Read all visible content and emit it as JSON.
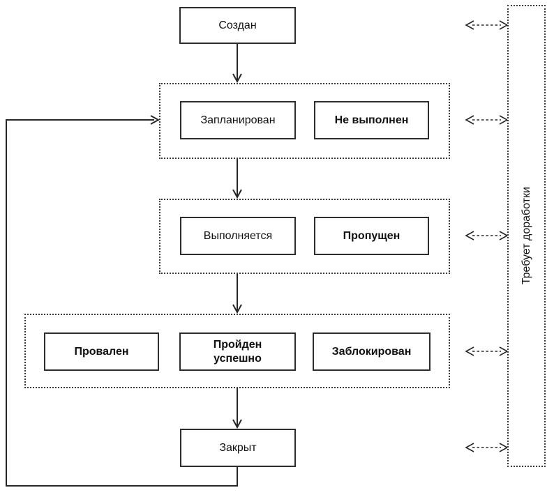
{
  "diagram": {
    "type": "state-flowchart",
    "language": "ru",
    "background": "#ffffff",
    "line_color": "#262626",
    "nodes": {
      "created": {
        "label": "Создан",
        "bold": false
      },
      "planned": {
        "label": "Запланирован",
        "bold": false
      },
      "not_executed": {
        "label": "Не выполнен",
        "bold": true
      },
      "in_progress": {
        "label": "Выполняется",
        "bold": false
      },
      "skipped": {
        "label": "Пропущен",
        "bold": true
      },
      "failed": {
        "label": "Провален",
        "bold": true
      },
      "passed": {
        "label": "Пройден успешно",
        "line1": "Пройден",
        "line2": "успешно",
        "bold": true
      },
      "blocked": {
        "label": "Заблокирован",
        "bold": true
      },
      "closed": {
        "label": "Закрыт",
        "bold": false
      },
      "rework": {
        "label": "Требует доработки",
        "bold": false,
        "orientation": "vertical-bottom-to-top"
      }
    },
    "groups": [
      {
        "name": "group-planned",
        "border": "dotted",
        "nodes": [
          "planned",
          "not_executed"
        ]
      },
      {
        "name": "group-executing",
        "border": "dotted",
        "nodes": [
          "in_progress",
          "skipped"
        ]
      },
      {
        "name": "group-results",
        "border": "dotted",
        "nodes": [
          "failed",
          "passed",
          "blocked"
        ]
      }
    ],
    "edges": [
      {
        "from": "created",
        "to": "group-planned",
        "style": "solid-arrow"
      },
      {
        "from": "group-planned",
        "to": "group-executing",
        "style": "solid-arrow"
      },
      {
        "from": "group-executing",
        "to": "group-results",
        "style": "solid-arrow"
      },
      {
        "from": "group-results",
        "to": "closed",
        "style": "solid-arrow"
      },
      {
        "from": "closed",
        "to": "group-planned",
        "style": "solid-arrow-loop-left"
      },
      {
        "from": "created",
        "to": "rework",
        "style": "dashed-double-arrow"
      },
      {
        "from": "group-planned",
        "to": "rework",
        "style": "dashed-double-arrow"
      },
      {
        "from": "group-executing",
        "to": "rework",
        "style": "dashed-double-arrow"
      },
      {
        "from": "group-results",
        "to": "rework",
        "style": "dashed-double-arrow"
      },
      {
        "from": "closed",
        "to": "rework",
        "style": "dashed-double-arrow"
      }
    ]
  }
}
